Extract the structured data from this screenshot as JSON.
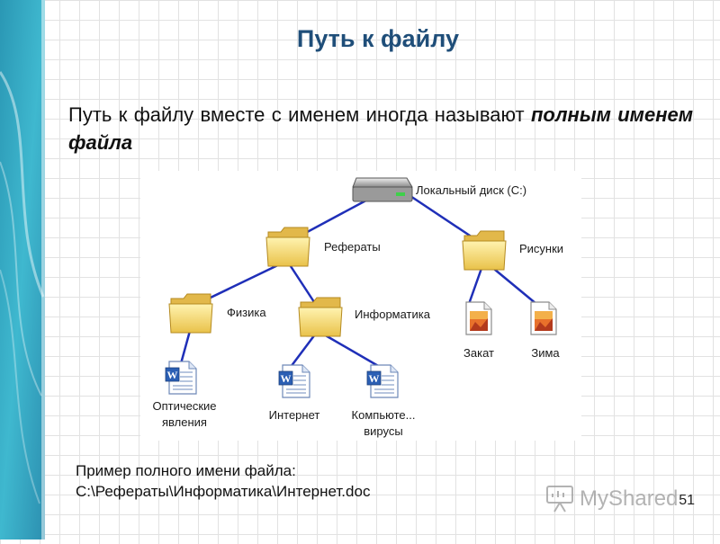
{
  "slide": {
    "title": "Путь к файлу",
    "intro_text": "Путь к файлу вместе с именем иногда называют ",
    "intro_emphasis": "полным именем файла",
    "example_label": "Пример полного имени файла:",
    "example_path": "C:\\Рефераты\\Информатика\\Интернет.doc",
    "page_number": "51",
    "watermark": "MyShared"
  },
  "tree": {
    "root": {
      "label": "Локальный диск (C:)",
      "icon": "hard-drive-icon"
    },
    "folders": [
      {
        "label": "Рефераты",
        "icon": "folder-icon"
      },
      {
        "label": "Рисунки",
        "icon": "folder-icon"
      },
      {
        "label": "Физика",
        "icon": "folder-icon"
      },
      {
        "label": "Информатика",
        "icon": "folder-icon"
      }
    ],
    "files": [
      {
        "label_line1": "Оптические",
        "label_line2": "явления",
        "icon": "word-document-icon"
      },
      {
        "label": "Интернет",
        "icon": "word-document-icon"
      },
      {
        "label_line1": "Компьюте...",
        "label_line2": "вирусы",
        "icon": "word-document-icon"
      },
      {
        "label": "Закат",
        "icon": "image-file-icon"
      },
      {
        "label": "Зима",
        "icon": "image-file-icon"
      }
    ]
  },
  "colors": {
    "title": "#1f4e79",
    "connector": "#1f2fb8",
    "folder": "#f2d66a",
    "sidebar_teal": "#3ab1c9"
  }
}
